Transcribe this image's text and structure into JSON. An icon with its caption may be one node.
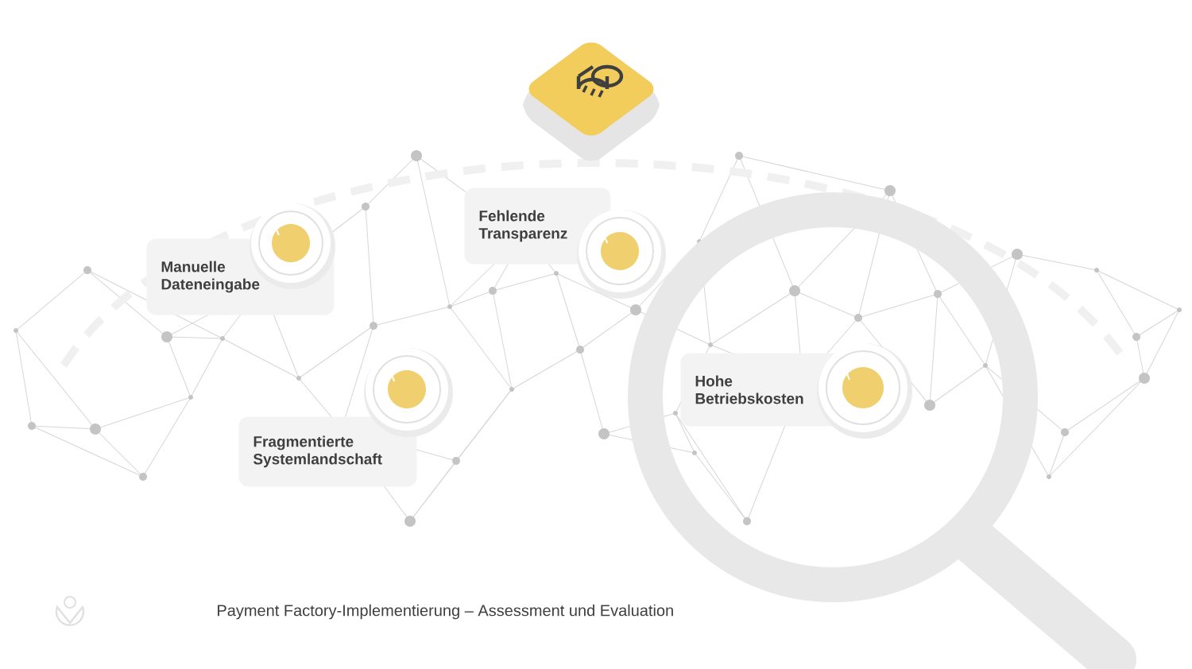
{
  "diagram": {
    "nodes": [
      {
        "text": [
          "Manuelle Dateneingabe"
        ]
      },
      {
        "text": [
          "Fehlende Transparenz"
        ]
      },
      {
        "text": [
          "Fragmentierte Systemlandschaft"
        ]
      },
      {
        "text": [
          "Hohe Betriebskosten"
        ]
      }
    ],
    "labels": [
      "Payment Factory-Implementierung – Assessment und Evaluation"
    ]
  }
}
